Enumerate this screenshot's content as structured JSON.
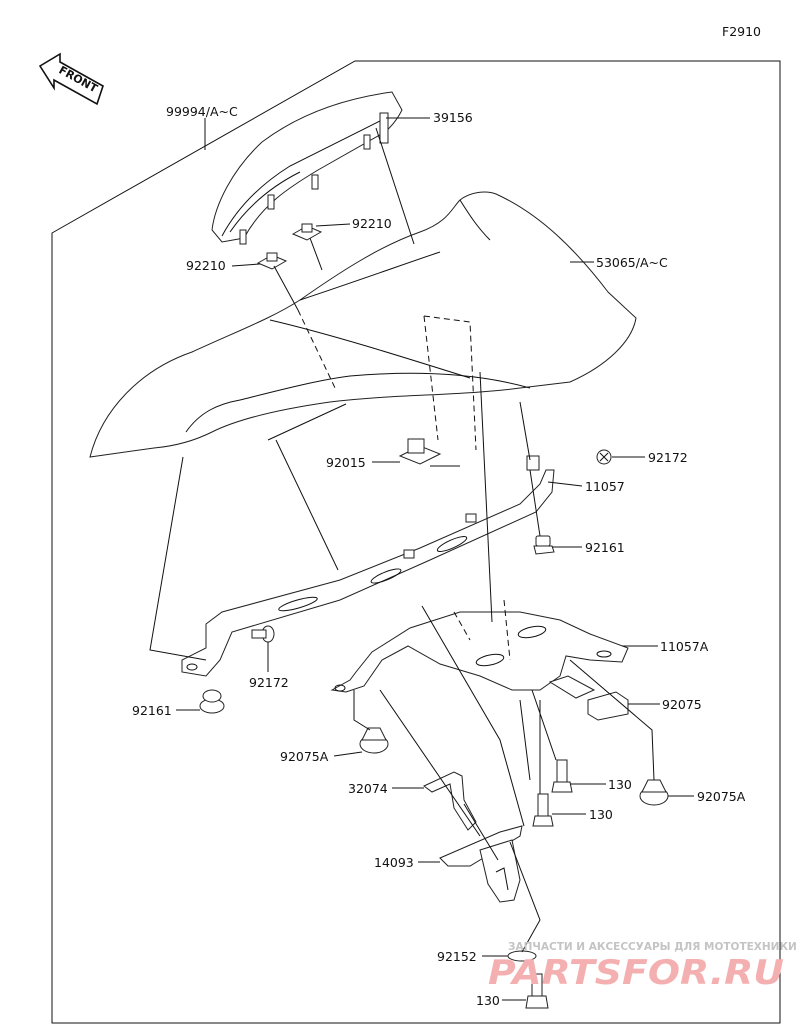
{
  "figure_code": "F2910",
  "front_label": "FRONT",
  "watermark": {
    "line1": "ЗАПЧАСТИ И АКСЕССУАРЫ ДЛЯ МОТОТЕХНИКИ",
    "brand": "PARTSFOR.RU"
  },
  "parts": [
    {
      "id": "p1",
      "label": "99994/A~C"
    },
    {
      "id": "p2",
      "label": "39156"
    },
    {
      "id": "p3",
      "label": "92210"
    },
    {
      "id": "p4",
      "label": "92210"
    },
    {
      "id": "p5",
      "label": "53065/A~C"
    },
    {
      "id": "p6",
      "label": "92015"
    },
    {
      "id": "p7",
      "label": "92172"
    },
    {
      "id": "p8",
      "label": "11057"
    },
    {
      "id": "p9",
      "label": "92161"
    },
    {
      "id": "p10",
      "label": "11057A"
    },
    {
      "id": "p11",
      "label": "92172"
    },
    {
      "id": "p12",
      "label": "92161"
    },
    {
      "id": "p13",
      "label": "92075"
    },
    {
      "id": "p14",
      "label": "92075A"
    },
    {
      "id": "p15",
      "label": "130"
    },
    {
      "id": "p16",
      "label": "92075A"
    },
    {
      "id": "p17",
      "label": "32074"
    },
    {
      "id": "p18",
      "label": "130"
    },
    {
      "id": "p19",
      "label": "14093"
    },
    {
      "id": "p20",
      "label": "92152"
    },
    {
      "id": "p21",
      "label": "130"
    }
  ]
}
